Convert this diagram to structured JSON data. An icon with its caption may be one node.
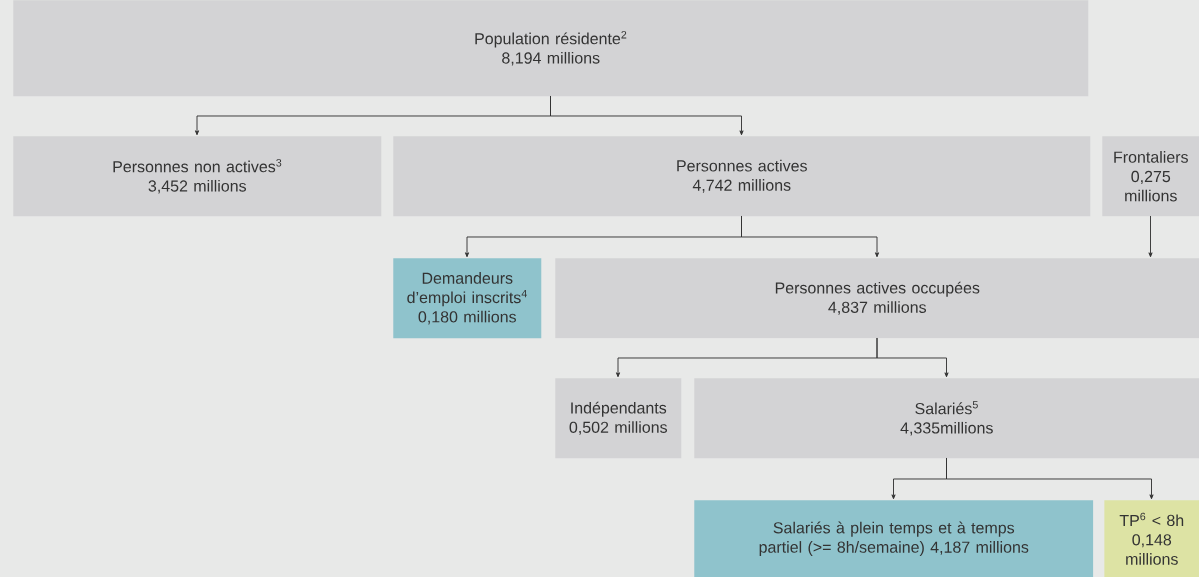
{
  "diagram": {
    "nodes": [
      {
        "text": [
          "Population résidente$^{2}$",
          "8,194 millions"
        ]
      },
      {
        "text": [
          "Personnes non actives$^{3}$",
          "3,452 millions"
        ]
      },
      {
        "text": [
          "Personnes actives",
          "4,742 millions"
        ]
      },
      {
        "text": [
          "Frontaliers",
          "0,275 millions"
        ]
      },
      {
        "text": [
          "Demandeurs d’emploi inscrits$^{4}$",
          "0,180 millions"
        ]
      },
      {
        "text": [
          "Personnes actives occupées",
          "4,837 millions"
        ]
      },
      {
        "text": [
          "Indépendants",
          "0,502 millions"
        ]
      },
      {
        "text": [
          "Salariés$^{5}$",
          "4,335millions"
        ]
      },
      {
        "text": [
          "Salariés à plein temps et à temps partiel (>= 8h/semaine) 4,187 millions"
        ]
      },
      {
        "text": [
          "TP$^{6}$ < 8h",
          "0,148 millions"
        ]
      }
    ],
    "edges": [
      {
        "from": 0,
        "to": 1,
        "arrow": "to"
      },
      {
        "from": 0,
        "to": 2,
        "arrow": "to"
      },
      {
        "from": 2,
        "to": 4,
        "arrow": "to"
      },
      {
        "from": 2,
        "to": 5,
        "arrow": "to"
      },
      {
        "from": 3,
        "to": 5,
        "arrow": "to"
      },
      {
        "from": 5,
        "to": 6,
        "arrow": "to"
      },
      {
        "from": 5,
        "to": 7,
        "arrow": "to"
      },
      {
        "from": 7,
        "to": 8,
        "arrow": "to"
      },
      {
        "from": 7,
        "to": 9,
        "arrow": "to"
      }
    ]
  }
}
